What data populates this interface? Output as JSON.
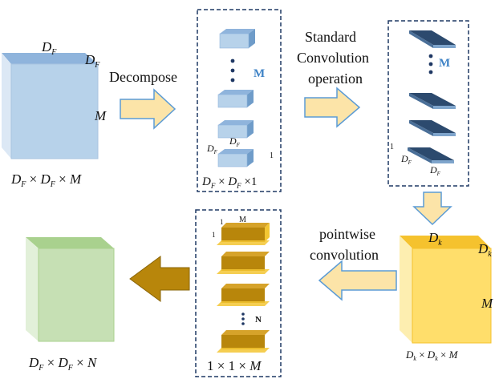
{
  "colors": {
    "blue_front": "#b7d2ea",
    "blue_top": "#8fb4dc",
    "blue_side": "#dce8f5",
    "navy": "#2c4a6e",
    "navy_light": "#7fa5cc",
    "gold": "#b8860b",
    "gold_top": "#d6a32a",
    "gold_side": "#f3c633",
    "yellow_front": "#ffde6b",
    "yellow_top": "#f5c22e",
    "yellow_side": "#fdeeb0",
    "green_front": "#c6e0b4",
    "green_top": "#a9d18e",
    "green_side": "#e2f0d9",
    "arrow_fill": "#fce4a8",
    "arrow_stroke": "#5b9bd5",
    "dashed_border": "#1f3864"
  },
  "labels": {
    "decompose": "Decompose",
    "standard_line1": "Standard",
    "standard_line2": "Convolution",
    "standard_line3": "operation",
    "pointwise_line1": "pointwise",
    "pointwise_line2": "convolution",
    "input_DF_top": "D",
    "input_DF_top_sub": "F",
    "input_M": "M",
    "input_dims": "D_F × D_F × M",
    "box1_M": "M",
    "box1_DF": "D",
    "box1_DF_sub": "F",
    "box1_one": "1",
    "box1_dims": "D_F × D_F × 1",
    "box2_M": "M",
    "box2_one": "1",
    "box2_DF": "D",
    "box2_DF_sub": "F",
    "dk": "D",
    "dk_sub": "k",
    "yellow_M": "M",
    "yellow_dims": "D_k × D_k × M",
    "box3_M": "M",
    "box3_one": "1",
    "box3_N": "N",
    "box3_dims": "1 × 1 × M",
    "output_dims": "D_F × D_F × N",
    "times": "×"
  }
}
